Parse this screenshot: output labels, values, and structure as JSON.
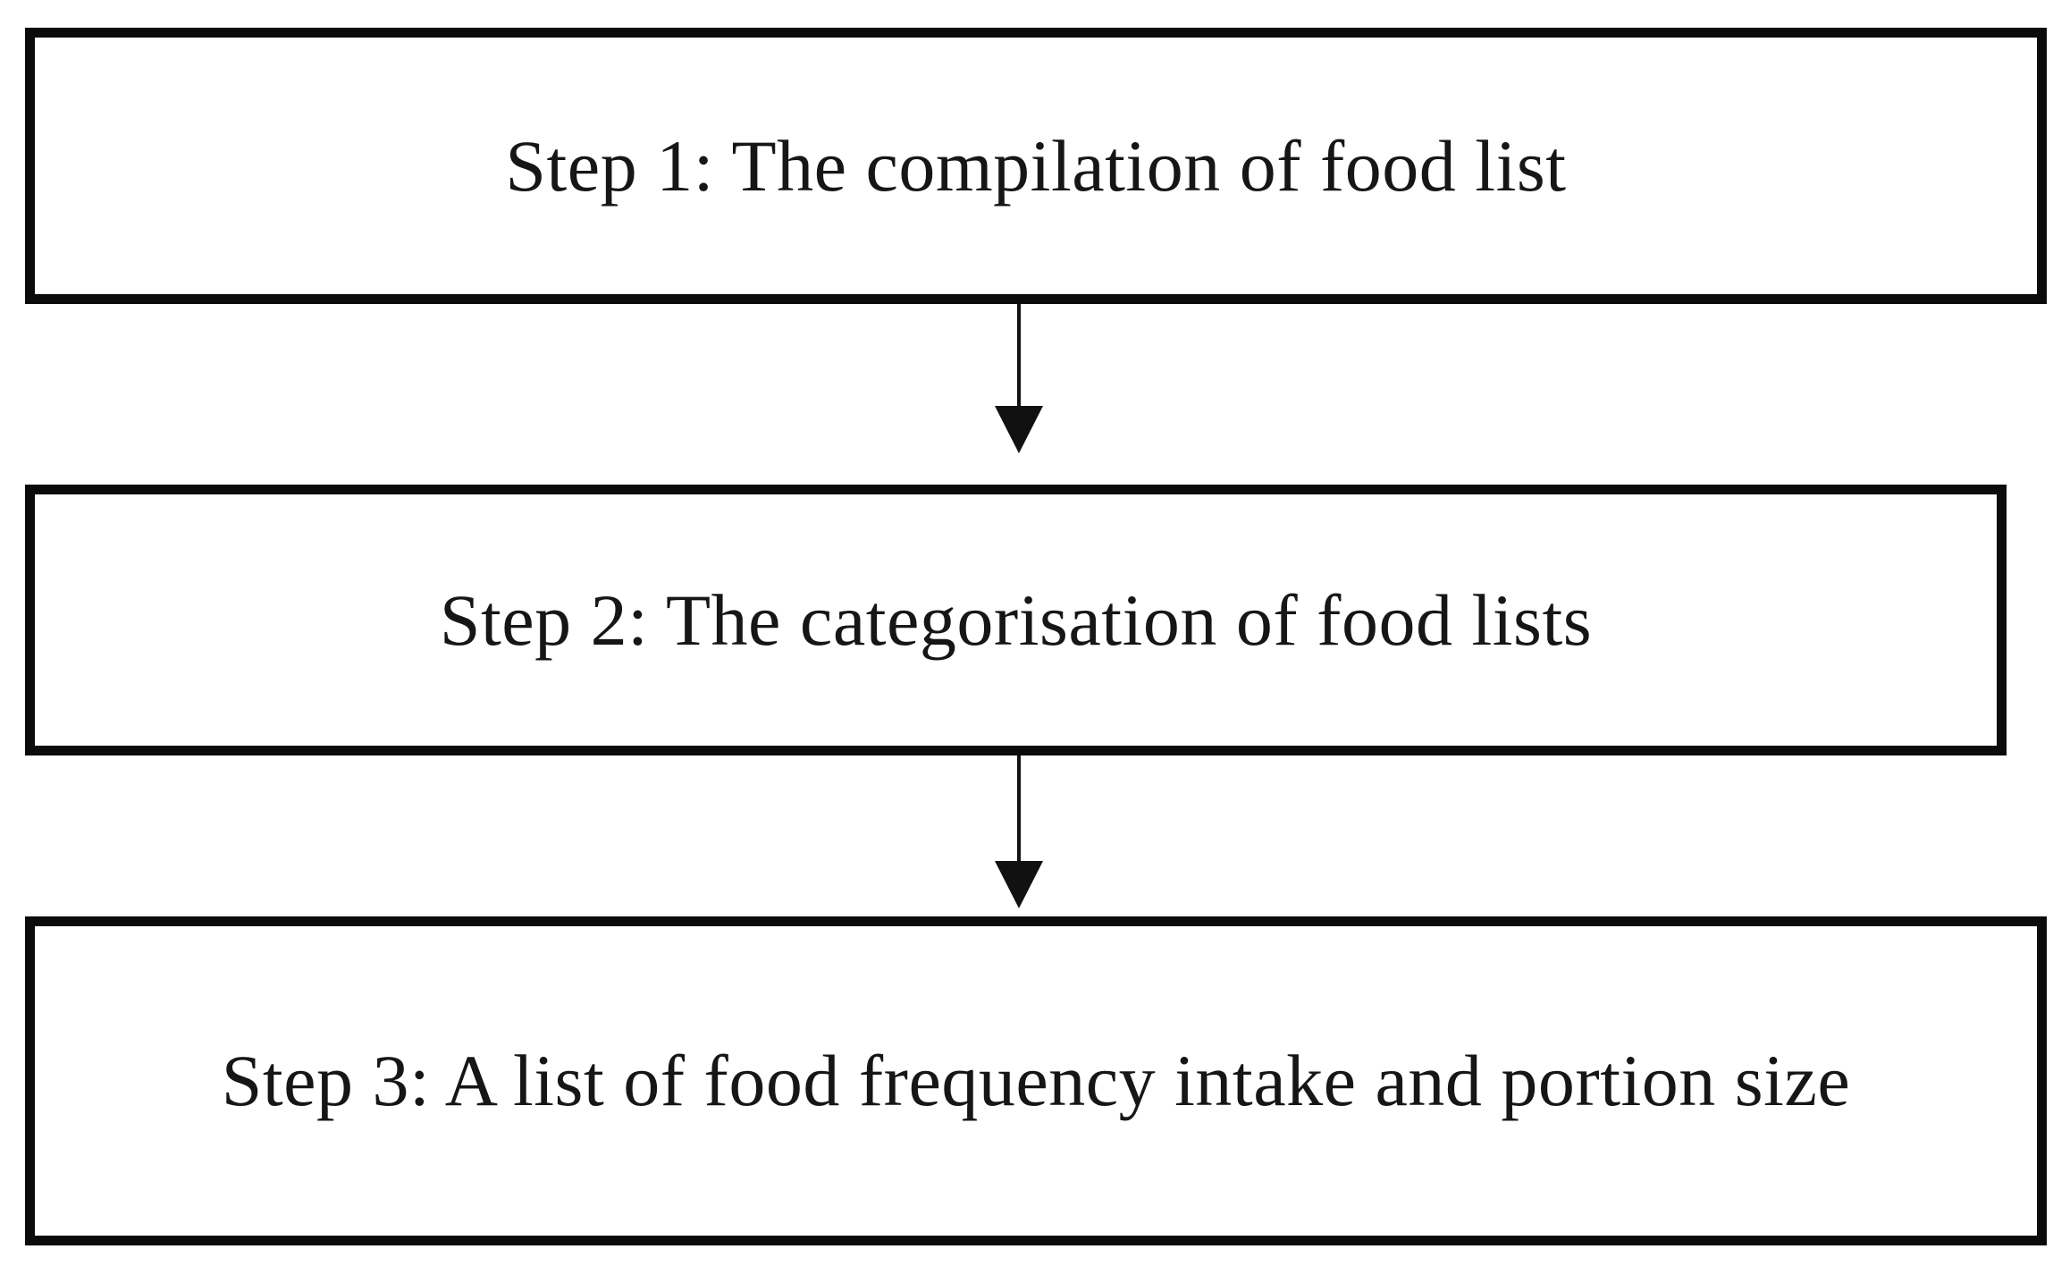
{
  "figure": {
    "type": "flowchart",
    "background_color": "#ffffff",
    "box_border_color": "#0b0b0b",
    "text_color": "#161616",
    "arrow_color": "#111111",
    "steps": [
      {
        "id": 1,
        "label": "Step 1: The compilation of food list"
      },
      {
        "id": 2,
        "label": "Step 2: The categorisation of food lists"
      },
      {
        "id": 3,
        "label": "Step 3: A list of food frequency intake and portion size"
      }
    ],
    "connectors": [
      {
        "from": 1,
        "to": 2,
        "direction": "down"
      },
      {
        "from": 2,
        "to": 3,
        "direction": "down"
      }
    ]
  }
}
